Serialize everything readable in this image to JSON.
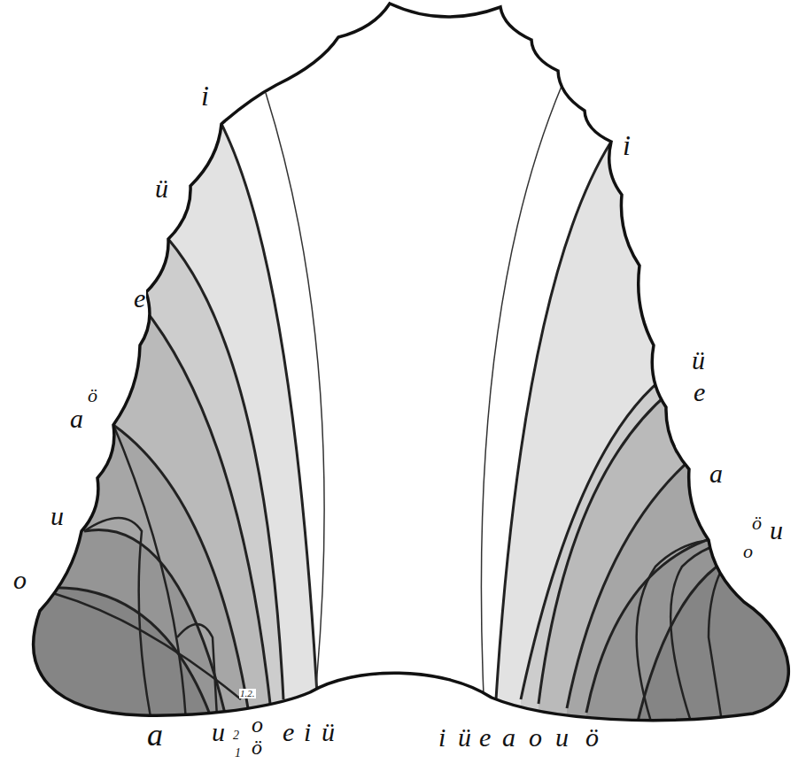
{
  "diagram": {
    "labels": [
      "i",
      "ü",
      "e",
      "ö",
      "a",
      "u",
      "o",
      "a",
      "u",
      "2",
      "o",
      "1",
      "ö",
      "1.2.",
      "e",
      "i",
      "ü",
      "i",
      "ü",
      "e",
      "a",
      "ö",
      "u",
      "o",
      "i",
      "ü",
      "e",
      "a",
      "o",
      "u",
      "ö"
    ]
  }
}
